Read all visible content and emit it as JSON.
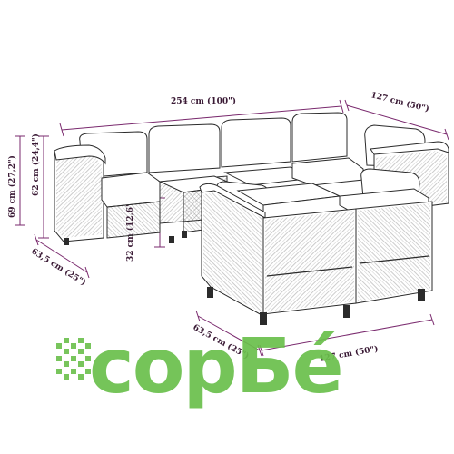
{
  "product": {
    "dimensions": {
      "total_width": "254 cm (100\")",
      "depth_right": "127 cm (50\")",
      "total_height": "69 cm (27,2\")",
      "seat_height": "62 cm (24,4\")",
      "seat_depth": "63,5 cm (25\")",
      "table_height": "32 cm (12,6\")",
      "corner_depth": "63,5 cm (25\")",
      "corner_width": "127 cm (50\")"
    }
  },
  "watermark": {
    "brand": "copБé",
    "color": "#6abf4b"
  },
  "colors": {
    "dimension_line": "#7a2a6e",
    "line_art": "#2b2b2b"
  }
}
